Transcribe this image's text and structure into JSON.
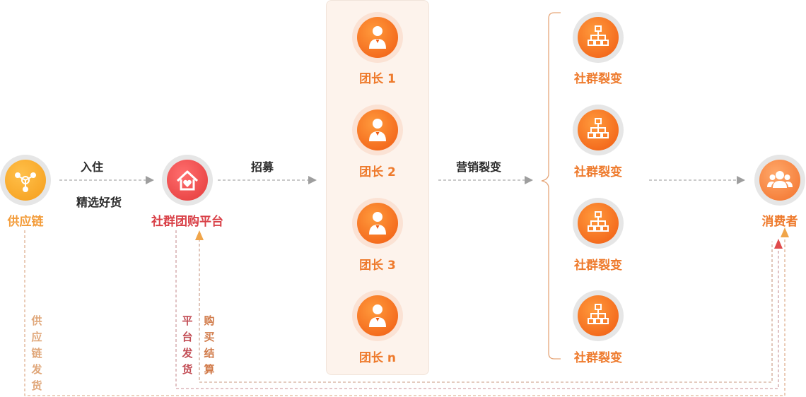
{
  "nodes": {
    "supply_chain": "供应链",
    "platform": "社群团购平台",
    "leaders": [
      "团长 1",
      "团长 2",
      "团长 3",
      "团长 n"
    ],
    "fission": [
      "社群裂变",
      "社群裂变",
      "社群裂变",
      "社群裂变"
    ],
    "consumer": "消费者"
  },
  "edges": {
    "enter": "入住",
    "select_goods": "精选好货",
    "recruit": "招募",
    "marketing_fission": "营销裂变"
  },
  "bottom_flows": {
    "supply_chain_ship": "供应链发货",
    "platform_ship": "平台发货",
    "purchase_settle": "购买结算"
  },
  "colors": {
    "orange": "#ee7a2c",
    "red": "#d94148",
    "yellow": "#f5a623",
    "arrow_gray": "#9e9e9e"
  }
}
